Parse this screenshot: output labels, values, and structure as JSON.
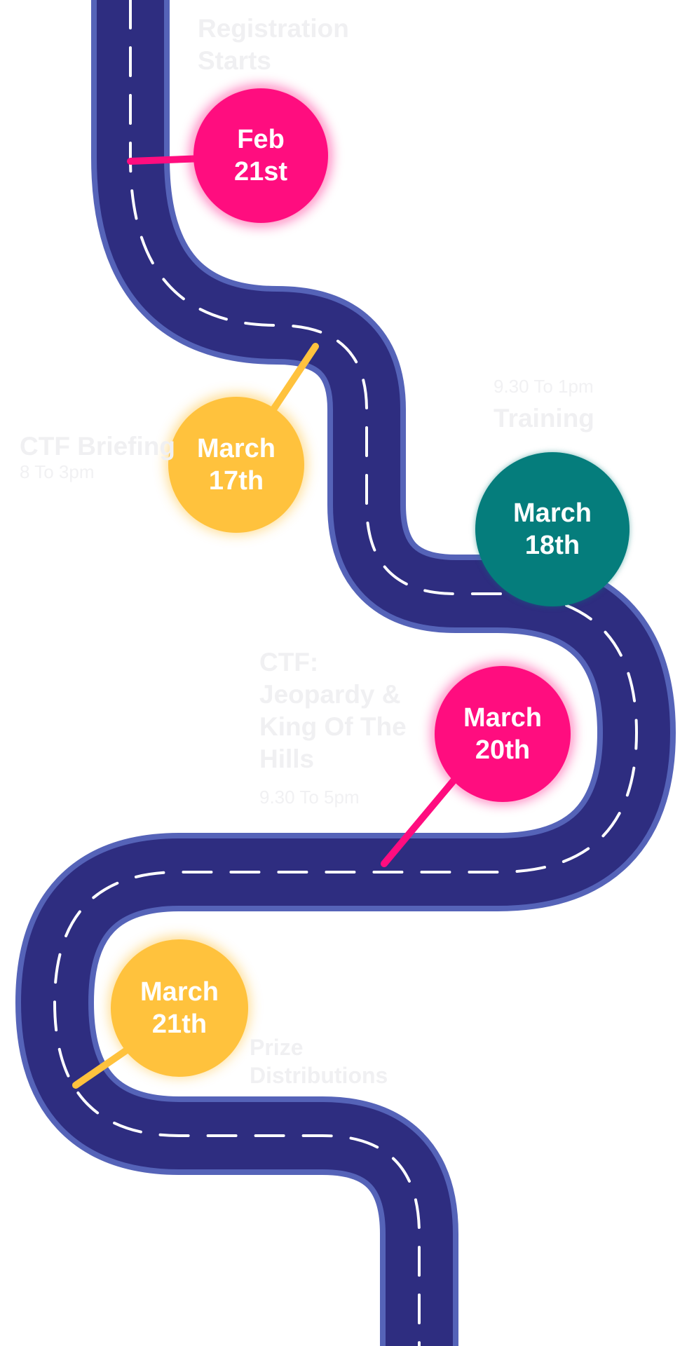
{
  "colors": {
    "road": "#2e2d80",
    "road_edge": "#5563b8",
    "lane_marking": "#ffffff",
    "pink": "#ff0d7f",
    "yellow": "#ffc23d",
    "teal": "#057d7c",
    "faint_text": "#f0f0f2"
  },
  "milestones": [
    {
      "id": "feb21",
      "line1": "Feb",
      "line2": "21st",
      "color": "pink",
      "event_title": "Registration Starts",
      "event_time": ""
    },
    {
      "id": "mar17",
      "line1": "March",
      "line2": "17th",
      "color": "yellow",
      "event_title": "CTF Briefing",
      "event_time": "8 To 3pm"
    },
    {
      "id": "mar18",
      "line1": "March",
      "line2": "18th",
      "color": "teal",
      "event_title": "Training",
      "event_time": "9.30 To 1pm"
    },
    {
      "id": "mar20",
      "line1": "March",
      "line2": "20th",
      "color": "pink",
      "event_title": "CTF: Jeopardy & King Of The Hills",
      "event_time": "9.30 To 5pm"
    },
    {
      "id": "mar21",
      "line1": "March",
      "line2": "21th",
      "color": "yellow",
      "event_title": "Prize Distributions",
      "event_time": ""
    }
  ]
}
